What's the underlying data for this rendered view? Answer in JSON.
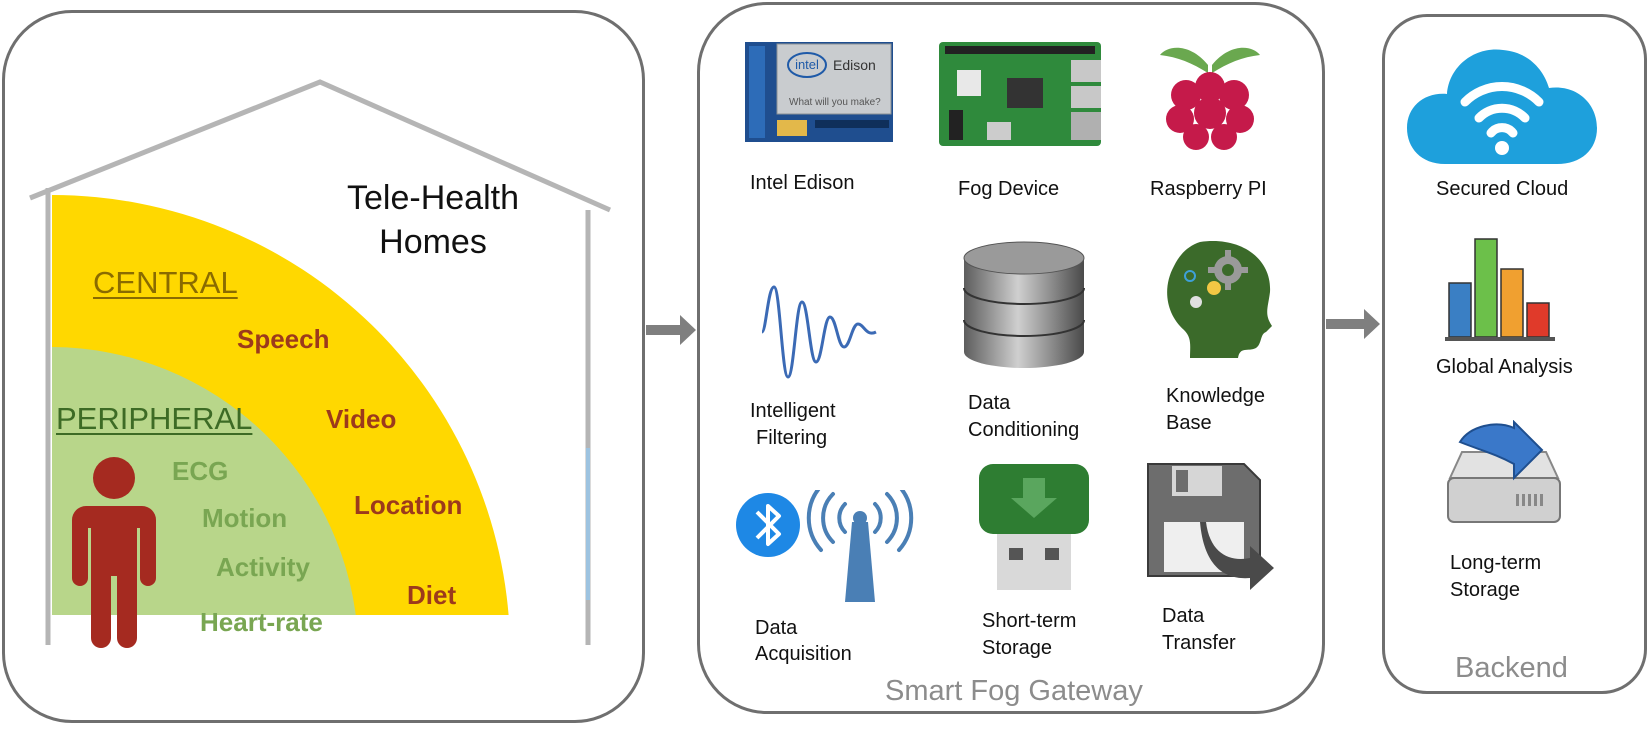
{
  "home": {
    "title_line1": "Tele-Health",
    "title_line2": "Homes",
    "central_label": "CENTRAL",
    "peripheral_label": "PERIPHERAL",
    "central_signals": [
      "Speech",
      "Video",
      "Location",
      "Diet"
    ],
    "peripheral_signals": [
      "ECG",
      "Motion",
      "Activity",
      "Heart-rate"
    ],
    "colors": {
      "central": "#ffd800",
      "peripheral": "#b8d68a",
      "person": "#a52a20"
    }
  },
  "gateway": {
    "title": "Smart Fog Gateway",
    "edison_chip_brand": "intel",
    "edison_chip_name": "Edison",
    "edison_chip_slogan": "What will you make?",
    "items": {
      "intel_edison": "Intel Edison",
      "fog_device": "Fog Device",
      "raspberry_pi": "Raspberry PI",
      "filtering_1": "Intelligent",
      "filtering_2": "Filtering",
      "conditioning_1": "Data",
      "conditioning_2": "Conditioning",
      "knowledge_1": "Knowledge",
      "knowledge_2": "Base",
      "acquisition_1": "Data",
      "acquisition_2": "Acquisition",
      "shortterm_1": "Short-term",
      "shortterm_2": "Storage",
      "transfer_1": "Data",
      "transfer_2": "Transfer"
    }
  },
  "backend": {
    "title": "Backend",
    "items": {
      "secured_cloud": "Secured Cloud",
      "global_analysis": "Global Analysis",
      "longterm_1": "Long-term",
      "longterm_2": "Storage"
    }
  },
  "icons": [
    "house-outline",
    "person-icon",
    "intel-edison-board",
    "fog-device-board",
    "raspberry-pi-logo",
    "waveform-icon",
    "database-icon",
    "brain-gear-icon",
    "bluetooth-icon",
    "antenna-icon",
    "usb-drive-icon",
    "floppy-transfer-icon",
    "wifi-cloud-icon",
    "bar-chart-icon",
    "download-drive-icon",
    "arrow-right"
  ]
}
